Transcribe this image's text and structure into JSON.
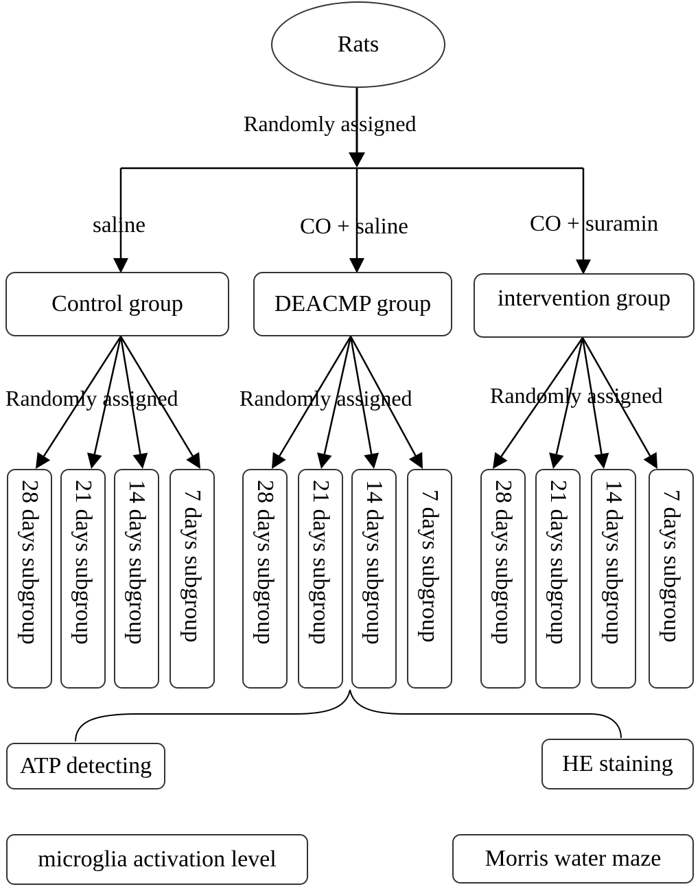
{
  "root": {
    "label": "Rats"
  },
  "top_edge_label": "Randomly assigned",
  "groups": [
    {
      "edge_label": "saline",
      "label": "Control group",
      "assign_label": "Randomly assigned",
      "subgroups": [
        "28 days subgroup",
        "21 days subgroup",
        "14 days subgroup",
        "7 days subgroup"
      ]
    },
    {
      "edge_label": "CO + saline",
      "label": "DEACMP group",
      "assign_label": "Randomly assigned",
      "subgroups": [
        "28 days subgroup",
        "21 days subgroup",
        "14 days subgroup",
        "7 days subgroup"
      ]
    },
    {
      "edge_label": "CO + suramin",
      "label": "intervention group",
      "assign_label": "Randomly assigned",
      "subgroups": [
        "28 days subgroup",
        "21 days subgroup",
        "14 days subgroup",
        "7 days subgroup"
      ]
    }
  ],
  "outcomes": [
    "ATP detecting",
    "HE staining",
    "microglia activation level",
    "Morris water maze"
  ]
}
